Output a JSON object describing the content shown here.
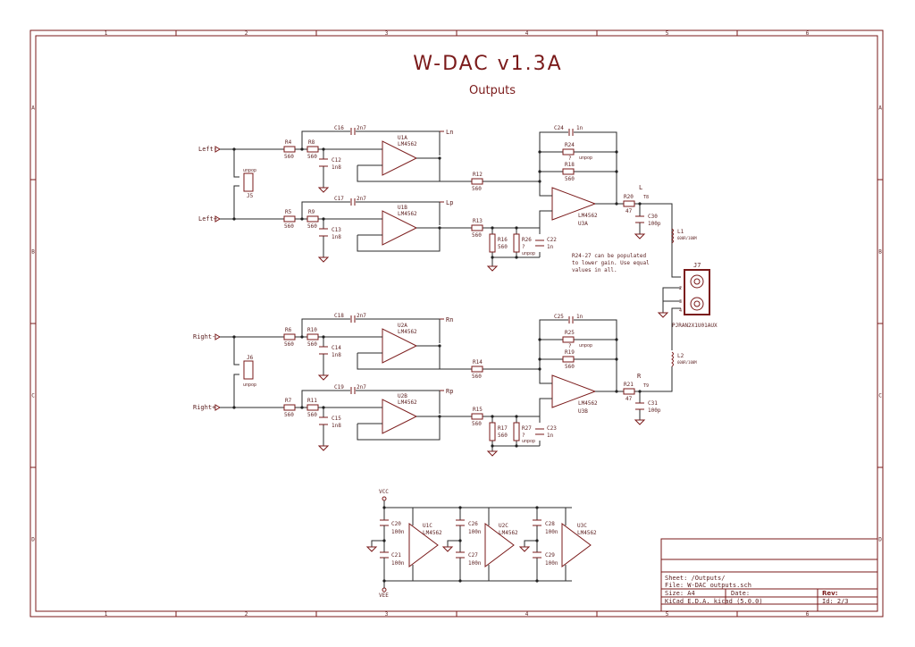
{
  "title": "W-DAC v1.3A",
  "subtitle": "Outputs",
  "border": {
    "cols": [
      "1",
      "2",
      "3",
      "4",
      "5",
      "6"
    ],
    "rows": [
      "A",
      "B",
      "C",
      "D"
    ]
  },
  "nets": {
    "left_minus": "Left-",
    "left_plus": "Left+",
    "right_minus": "Right-",
    "right_plus": "Right+",
    "ln": "Ln",
    "lp": "Lp",
    "rn": "Rn",
    "rp": "Rp",
    "vcc": "VCC",
    "vee": "VEE",
    "l": "L",
    "r": "R"
  },
  "parts": {
    "R4": [
      "R4",
      "560"
    ],
    "R5": [
      "R5",
      "560"
    ],
    "R6": [
      "R6",
      "560"
    ],
    "R7": [
      "R7",
      "560"
    ],
    "R8": [
      "R8",
      "560"
    ],
    "R9": [
      "R9",
      "560"
    ],
    "R10": [
      "R10",
      "560"
    ],
    "R11": [
      "R11",
      "560"
    ],
    "R12": [
      "R12",
      "560"
    ],
    "R13": [
      "R13",
      "560"
    ],
    "R14": [
      "R14",
      "560"
    ],
    "R15": [
      "R15",
      "560"
    ],
    "R16": [
      "R16",
      "560"
    ],
    "R17": [
      "R17",
      "560"
    ],
    "R18": [
      "R18",
      "560"
    ],
    "R19": [
      "R19",
      "560"
    ],
    "R20": [
      "R20",
      "47"
    ],
    "R21": [
      "R21",
      "47"
    ],
    "R24": [
      "R24",
      "?"
    ],
    "R25": [
      "R25",
      "?"
    ],
    "R26": [
      "R26",
      "?"
    ],
    "R27": [
      "R27",
      "?"
    ],
    "C12": [
      "C12",
      "1n8"
    ],
    "C13": [
      "C13",
      "1n8"
    ],
    "C14": [
      "C14",
      "1n8"
    ],
    "C15": [
      "C15",
      "1n8"
    ],
    "C16": [
      "C16",
      "2n7"
    ],
    "C17": [
      "C17",
      "2n7"
    ],
    "C18": [
      "C18",
      "2n7"
    ],
    "C19": [
      "C19",
      "2n7"
    ],
    "C22": [
      "C22",
      "1n"
    ],
    "C23": [
      "C23",
      "1n"
    ],
    "C24": [
      "C24",
      "1n"
    ],
    "C25": [
      "C25",
      "1n"
    ],
    "C30": [
      "C30",
      "100p"
    ],
    "C31": [
      "C31",
      "100p"
    ],
    "C20": [
      "C20",
      "100n"
    ],
    "C21": [
      "C21",
      "100n"
    ],
    "C26": [
      "C26",
      "100n"
    ],
    "C27": [
      "C27",
      "100n"
    ],
    "C28": [
      "C28",
      "100n"
    ],
    "C29": [
      "C29",
      "100n"
    ],
    "U1A": [
      "U1A",
      "LM4562"
    ],
    "U1B": [
      "U1B",
      "LM4562"
    ],
    "U2A": [
      "U2A",
      "LM4562"
    ],
    "U2B": [
      "U2B",
      "LM4562"
    ],
    "U3A": [
      "U3A",
      "LM4562"
    ],
    "U3B": [
      "U3B",
      "LM4562"
    ],
    "U1C": [
      "U1C",
      "LM4562"
    ],
    "U2C": [
      "U2C",
      "LM4562"
    ],
    "U3C": [
      "U3C",
      "LM4562"
    ],
    "L1": [
      "L1",
      "600R/100M"
    ],
    "L2": [
      "L2",
      "600R/100M"
    ],
    "J5": "J5",
    "J6": "J6",
    "J7": "J7",
    "J7_value": "PJRAN2X1U01AUX",
    "TP8": "T8",
    "TP9": "T9"
  },
  "unpop": "unpop",
  "note": [
    "R24-27 can be populated",
    "to lower gain. Use equal",
    "values in all."
  ],
  "title_block": {
    "sheet": "Sheet: /Outputs/",
    "file": "File: W-DAC_outputs.sch",
    "size": "Size: A4",
    "date": "Date:",
    "rev": "Rev:",
    "tool": "KiCad E.D.A.  kicad (5.0.0)",
    "id": "Id: 2/3"
  }
}
